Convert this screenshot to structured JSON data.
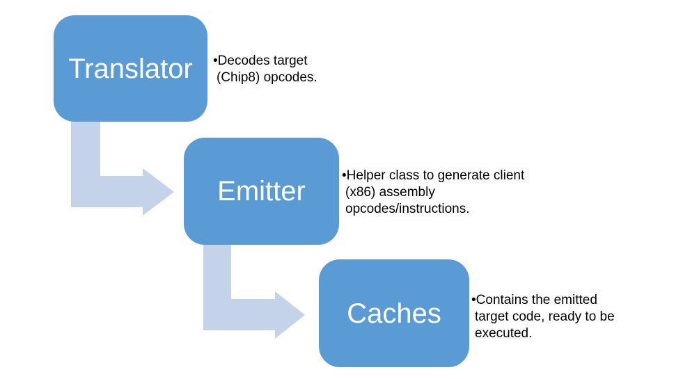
{
  "diagram": {
    "colors": {
      "box": "#5B9BD5",
      "arrow": "#C5D3EA",
      "title_text": "#FFFFFF",
      "body_text": "#000000",
      "background": "#FFFFFF"
    },
    "steps": [
      {
        "title": "Translator",
        "bullet": "•",
        "lines": [
          "Decodes target",
          "(Chip8) opcodes."
        ]
      },
      {
        "title": "Emitter",
        "bullet": "•",
        "lines": [
          "Helper class to generate client",
          "(x86) assembly",
          "opcodes/instructions."
        ]
      },
      {
        "title": "Caches",
        "bullet": "•",
        "lines": [
          "Contains the emitted",
          "target code, ready to be",
          "executed."
        ]
      }
    ]
  }
}
